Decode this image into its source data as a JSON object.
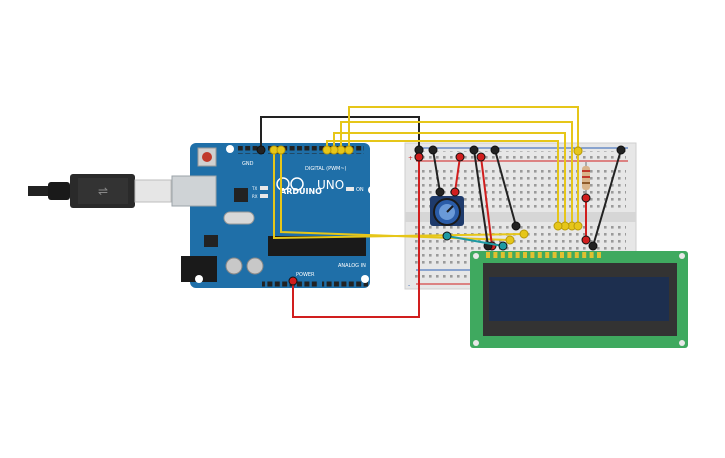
{
  "arduino": {
    "brand": "ARDUINO",
    "model": "UNO",
    "digital_label": "DIGITAL (PWM~)",
    "power_label": "POWER",
    "analog_label": "ANALOG IN",
    "on_label": "ON",
    "tx_label": "TX",
    "rx_label": "RX",
    "board_color": "#1f6fa8"
  },
  "breadboard": {
    "top_rail_label": "+",
    "bottom_rail_label": "-"
  },
  "lcd": {
    "pcb_color": "#3fa95f",
    "screen_color": "#1d2f4f"
  },
  "wire_colors": {
    "signal": "#e6c619",
    "power": "#d11e1e",
    "ground": "#222222",
    "pot_wiper": "#1e9aa3"
  }
}
